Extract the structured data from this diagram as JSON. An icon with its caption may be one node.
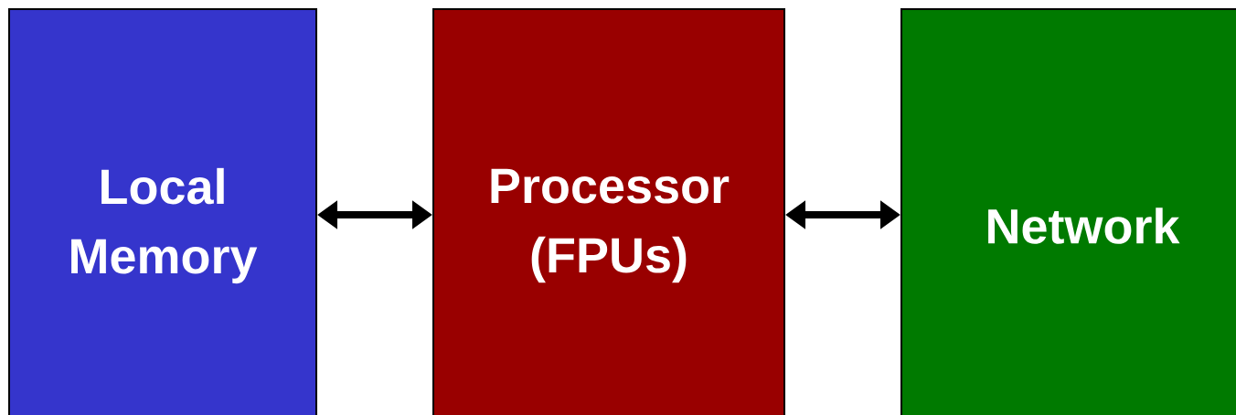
{
  "diagram": {
    "nodes": [
      {
        "text": [
          "Local Memory"
        ]
      },
      {
        "text": [
          "Processor (FPUs)"
        ]
      },
      {
        "text": [
          "Network"
        ]
      }
    ],
    "edges": [
      {
        "from": 0,
        "to": 1,
        "arrow": "both"
      },
      {
        "from": 1,
        "to": 2,
        "arrow": "both"
      }
    ]
  }
}
